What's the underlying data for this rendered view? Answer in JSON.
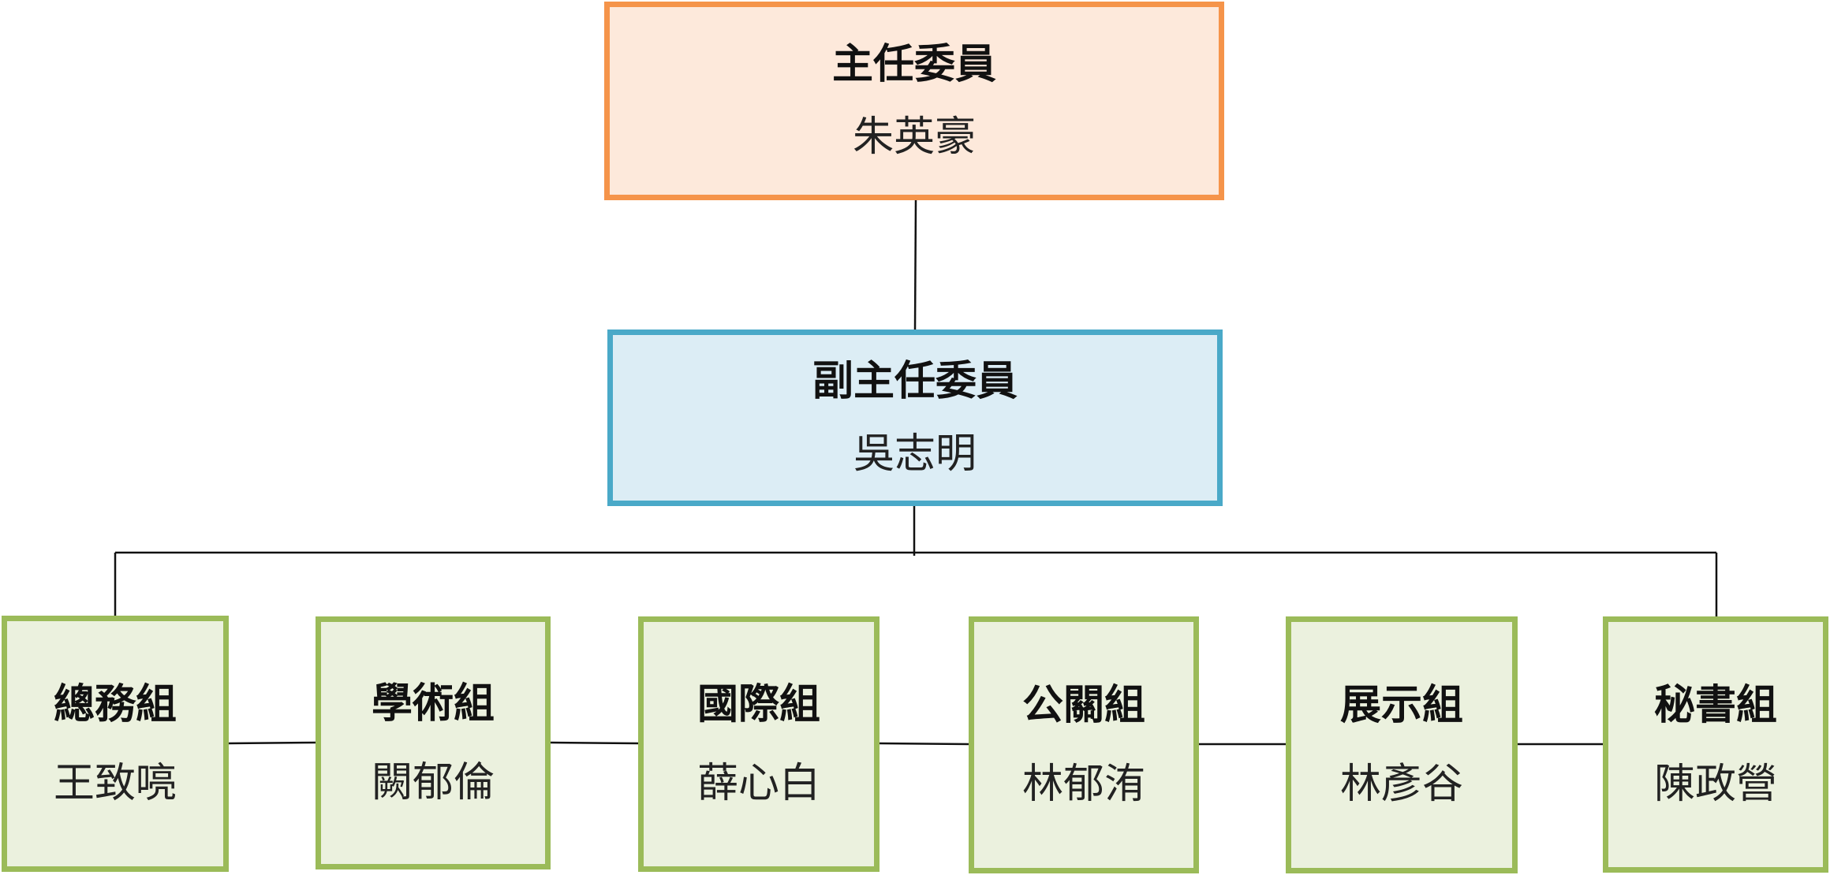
{
  "top": {
    "role": "主任委員",
    "person": "朱英豪"
  },
  "deputy": {
    "role": "副主任委員",
    "person": "吳志明"
  },
  "groups": [
    {
      "role": "總務組",
      "person": "王致喨"
    },
    {
      "role": "學術組",
      "person": "闕郁倫"
    },
    {
      "role": "國際組",
      "person": "薛心白"
    },
    {
      "role": "公關組",
      "person": "林郁洧"
    },
    {
      "role": "展示組",
      "person": "林彥谷"
    },
    {
      "role": "秘書組",
      "person": "陳政營"
    }
  ],
  "colors": {
    "top_fill": "#fde9db",
    "top_border": "#f5944a",
    "deputy_fill": "#dcedf5",
    "deputy_border": "#4aa9c8",
    "group_fill": "#ebf1de",
    "group_border": "#9bbb59",
    "connector": "#111111"
  }
}
